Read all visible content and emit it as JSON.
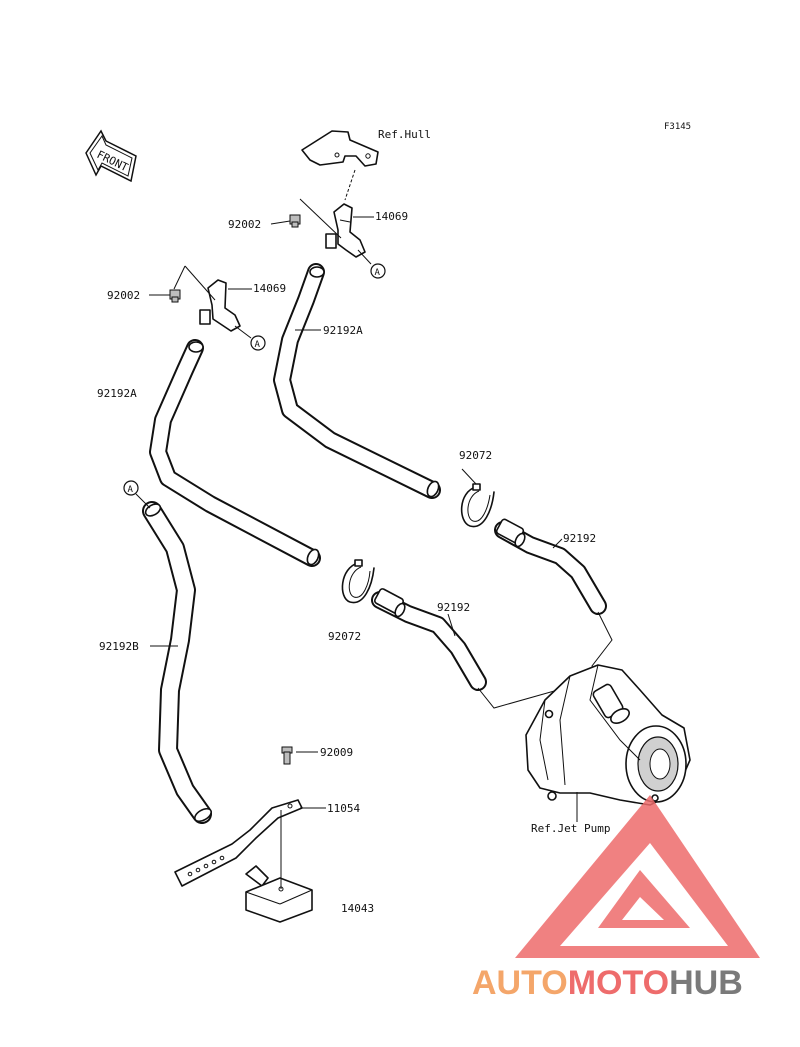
{
  "figure_code": "F3145",
  "front_label": "FRONT",
  "ref_hull": "Ref.Hull",
  "ref_jet_pump": "Ref.Jet Pump",
  "parts": {
    "p92002_upper": "92002",
    "p14069_upper": "14069",
    "p92002_lower": "92002",
    "p14069_lower": "14069",
    "p92192A_right": "92192A",
    "p92192A_left": "92192A",
    "p92072_upper": "92072",
    "p92072_lower": "92072",
    "p92192_right": "92192",
    "p92192_left": "92192",
    "p92192B": "92192B",
    "p92009": "92009",
    "p11054": "11054",
    "p14043": "14043"
  },
  "callouts": {
    "a1": "A",
    "a2": "A",
    "a3": "A"
  },
  "watermark": {
    "part1": "AUTO",
    "part2": "MOTO",
    "part3": "HUB",
    "color_orange": "#f4a66a",
    "color_red": "#ee6c6c",
    "color_grey": "#7a7a7a"
  }
}
